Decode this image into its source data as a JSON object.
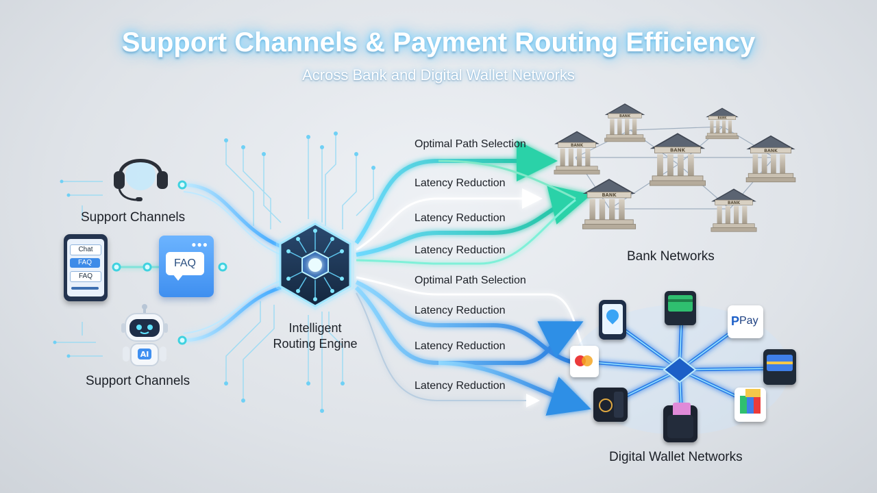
{
  "header": {
    "title": "Support Channels & Payment Routing Efficiency",
    "subtitle": "Across Bank and Digital Wallet Networks"
  },
  "support": {
    "top_label": "Support Channels",
    "bottom_label": "Support Channels",
    "phone_items": [
      "Chat",
      "FAQ",
      "FAQ"
    ],
    "faq_bubble": "FAQ",
    "bot_badge": "AI"
  },
  "engine": {
    "line1": "Intelligent",
    "line2": "Routing Engine"
  },
  "paths": [
    "Optimal Path Selection",
    "Latency Reduction",
    "Latency Reduction",
    "Latency Reduction",
    "Optimal Path Selection",
    "Latency Reduction",
    "Latency Reduction",
    "Latency Reduction"
  ],
  "destinations": {
    "bank_label": "Bank Networks",
    "bank_sign": "BANK",
    "wallet_label": "Digital Wallet Networks",
    "pay_logo": "Pay"
  },
  "colors": {
    "teal": "#21c4b0",
    "blue": "#2f8fe6",
    "cyan": "#39d0f5",
    "engine_dark": "#1e3756"
  }
}
